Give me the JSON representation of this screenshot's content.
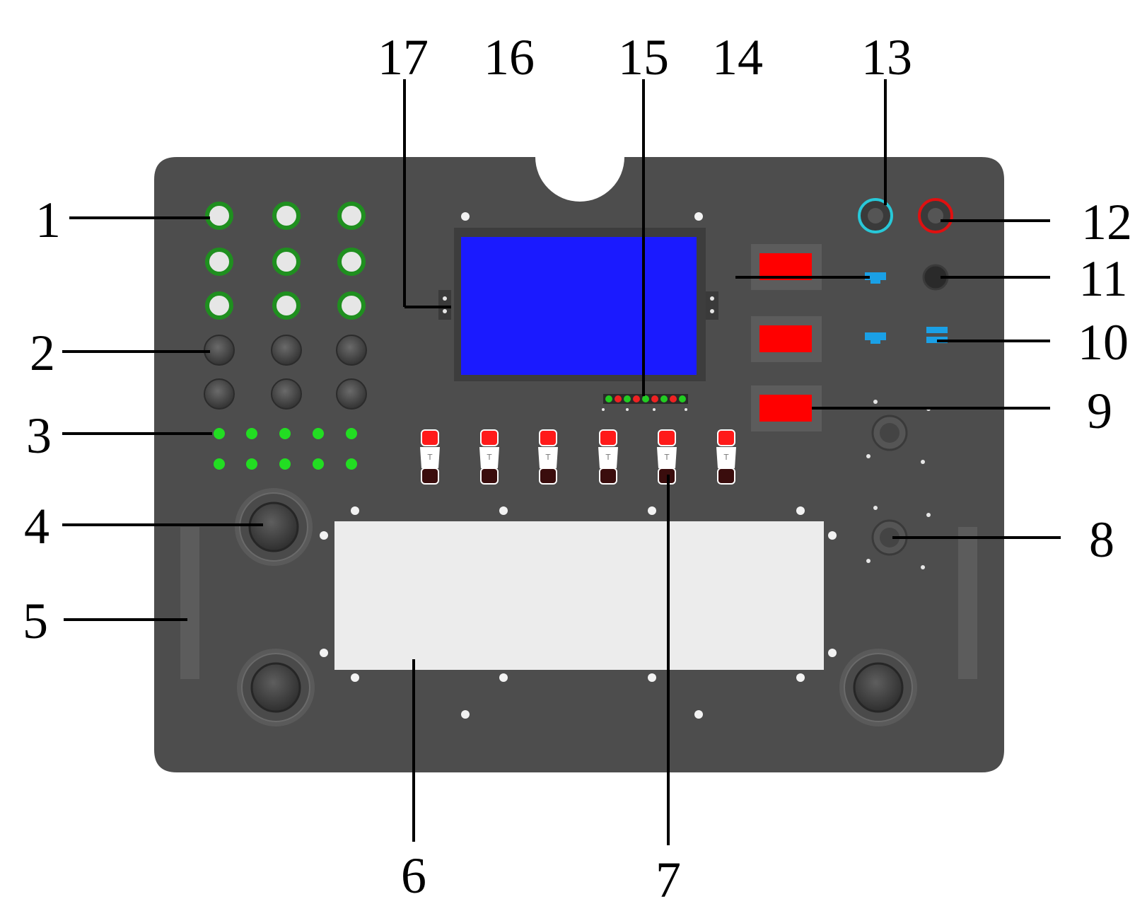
{
  "colors": {
    "panel": "#4d4d4d",
    "screen": "#1a1aff",
    "status_red": "#ff0000",
    "indicator_green": "#22dd22",
    "button_ring_green": "#1f8f1f",
    "plate_white": "#ececec",
    "port_blue": "#1aa0e6",
    "connector_cyan": "#27c8d8",
    "connector_red": "#e01010"
  },
  "callouts": [
    {
      "label": "1"
    },
    {
      "label": "2"
    },
    {
      "label": "3"
    },
    {
      "label": "4"
    },
    {
      "label": "5"
    },
    {
      "label": "6"
    },
    {
      "label": "7"
    },
    {
      "label": "8"
    },
    {
      "label": "9"
    },
    {
      "label": "10"
    },
    {
      "label": "11"
    },
    {
      "label": "12"
    },
    {
      "label": "13"
    },
    {
      "label": "14"
    },
    {
      "label": "15"
    },
    {
      "label": "16"
    },
    {
      "label": "17"
    }
  ]
}
